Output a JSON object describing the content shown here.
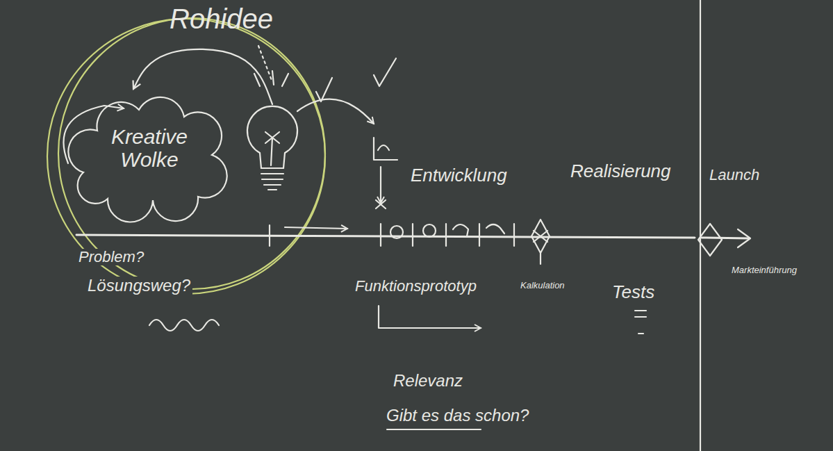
{
  "diagram": {
    "nodes": [
      {
        "text": [
          "Kreative Wolke"
        ]
      },
      {
        "text": [
          "Rohidee"
        ]
      }
    ],
    "edges": [
      {
        "from": 1,
        "to": 0,
        "arrow": "to"
      }
    ],
    "labels": [
      "Problem?",
      "Lösungsweg?",
      "Entwicklung",
      "Realisierung",
      "Launch",
      "Funktionsprototyp",
      "Kalkulation",
      "Tests",
      "Markteinführung",
      "Relevanz",
      "Gibt es das schon?"
    ]
  }
}
